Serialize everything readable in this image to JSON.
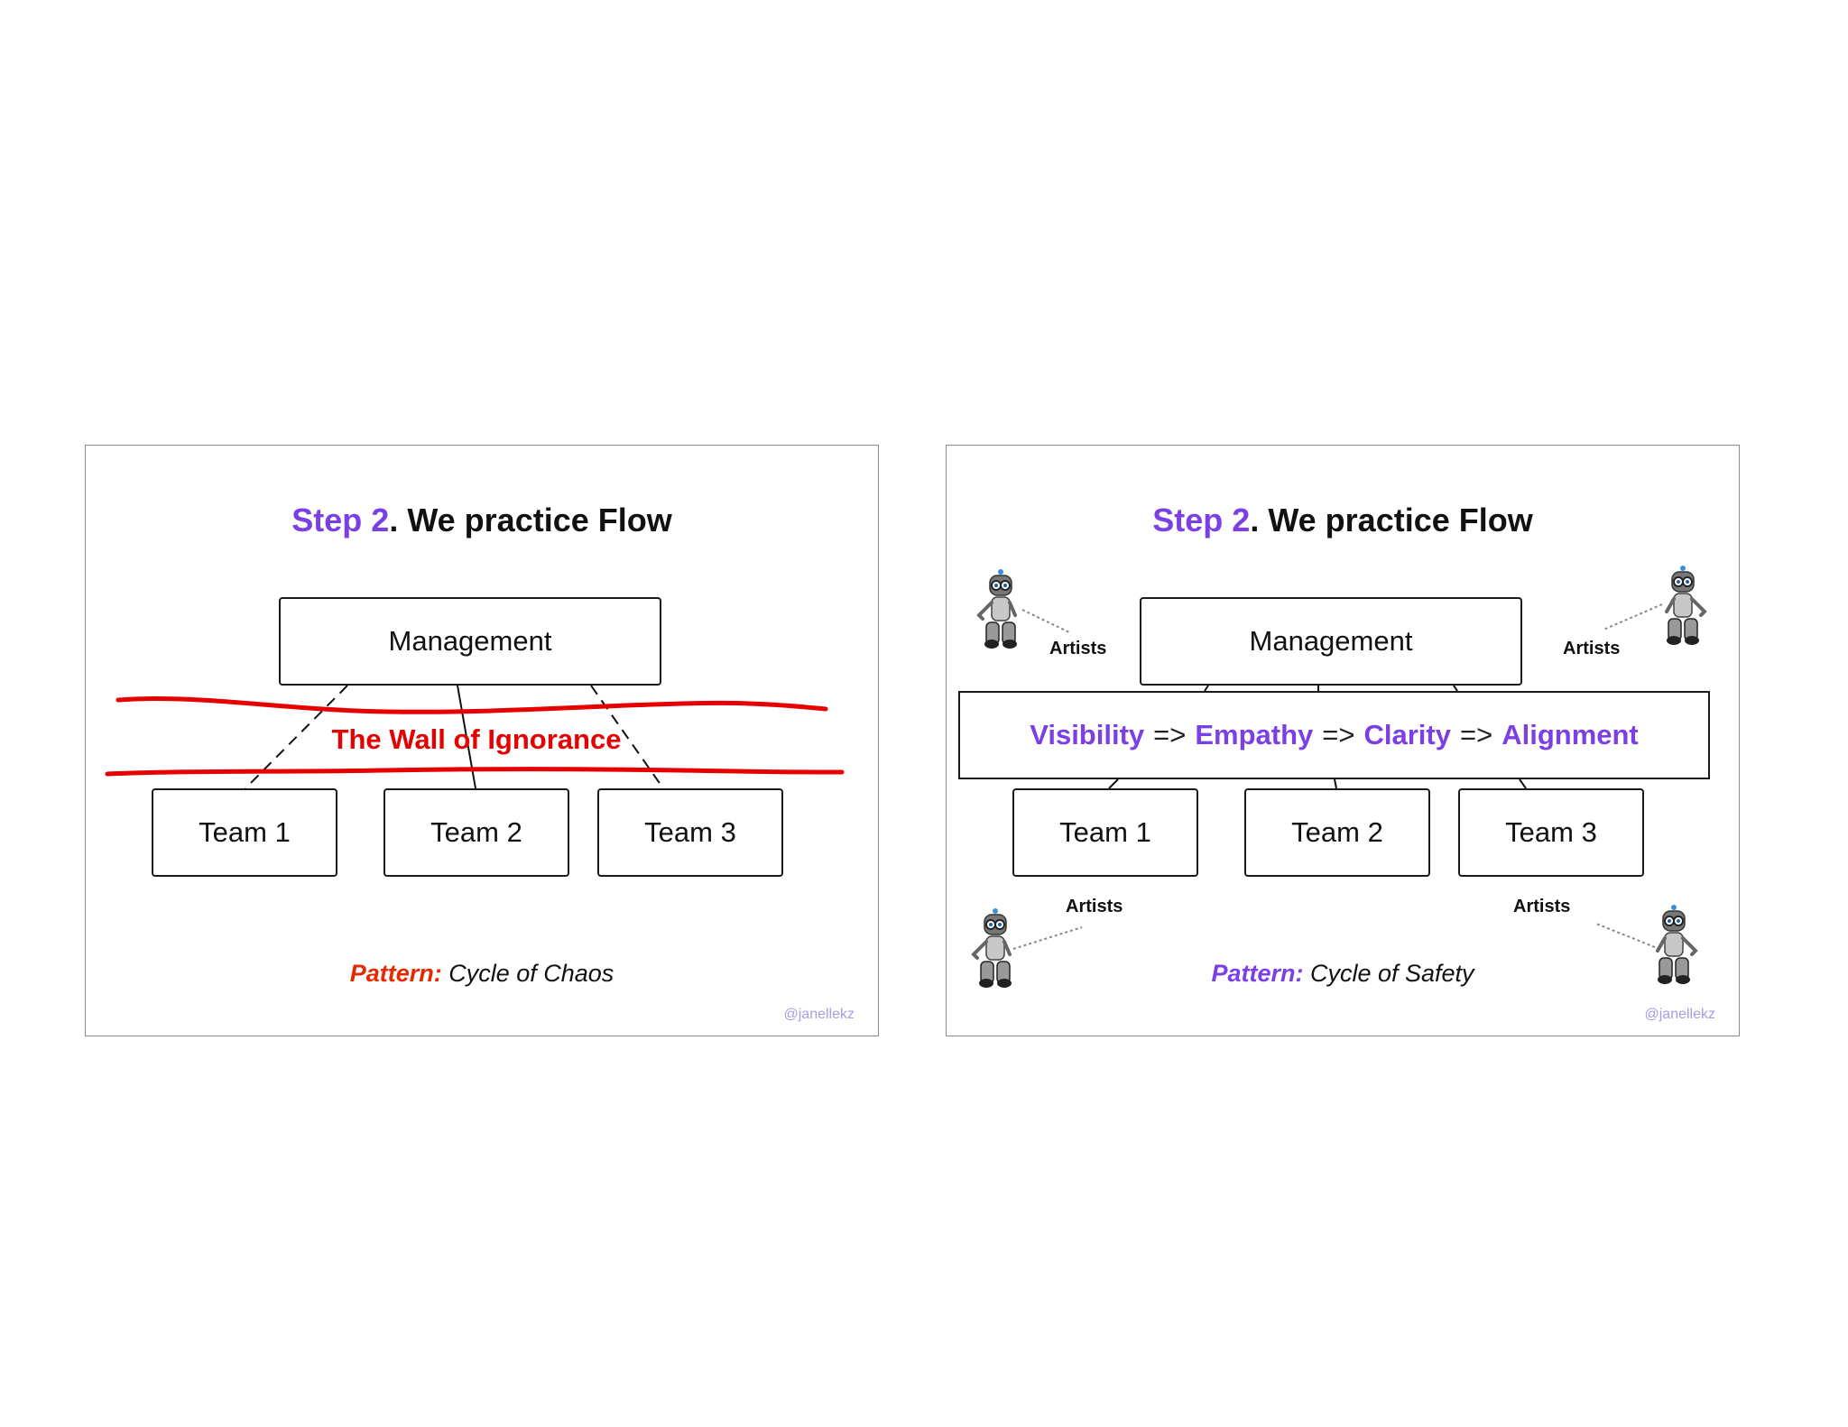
{
  "left_slide": {
    "title_step": "Step 2",
    "title_rest": ". We practice Flow",
    "management": "Management",
    "teams": [
      "Team 1",
      "Team 2",
      "Team 3"
    ],
    "wall": "The Wall of Ignorance",
    "pattern_label": "Pattern:",
    "pattern_value": "Cycle of Chaos",
    "credit": "@janellekz",
    "colors": {
      "accent": "#7b3fe6",
      "wall": "#e60000",
      "pattern": "#e62a00"
    }
  },
  "right_slide": {
    "title_step": "Step 2",
    "title_rest": ". We practice Flow",
    "management": "Management",
    "teams": [
      "Team 1",
      "Team 2",
      "Team 3"
    ],
    "values": [
      "Visibility",
      "Empathy",
      "Clarity",
      "Alignment"
    ],
    "arrow": "=>",
    "artists_label": "Artists",
    "robot_icon": "robot-icon",
    "pattern_label": "Pattern:",
    "pattern_value": "Cycle of Safety",
    "credit": "@janellekz",
    "colors": {
      "accent": "#7b3fe6"
    }
  }
}
